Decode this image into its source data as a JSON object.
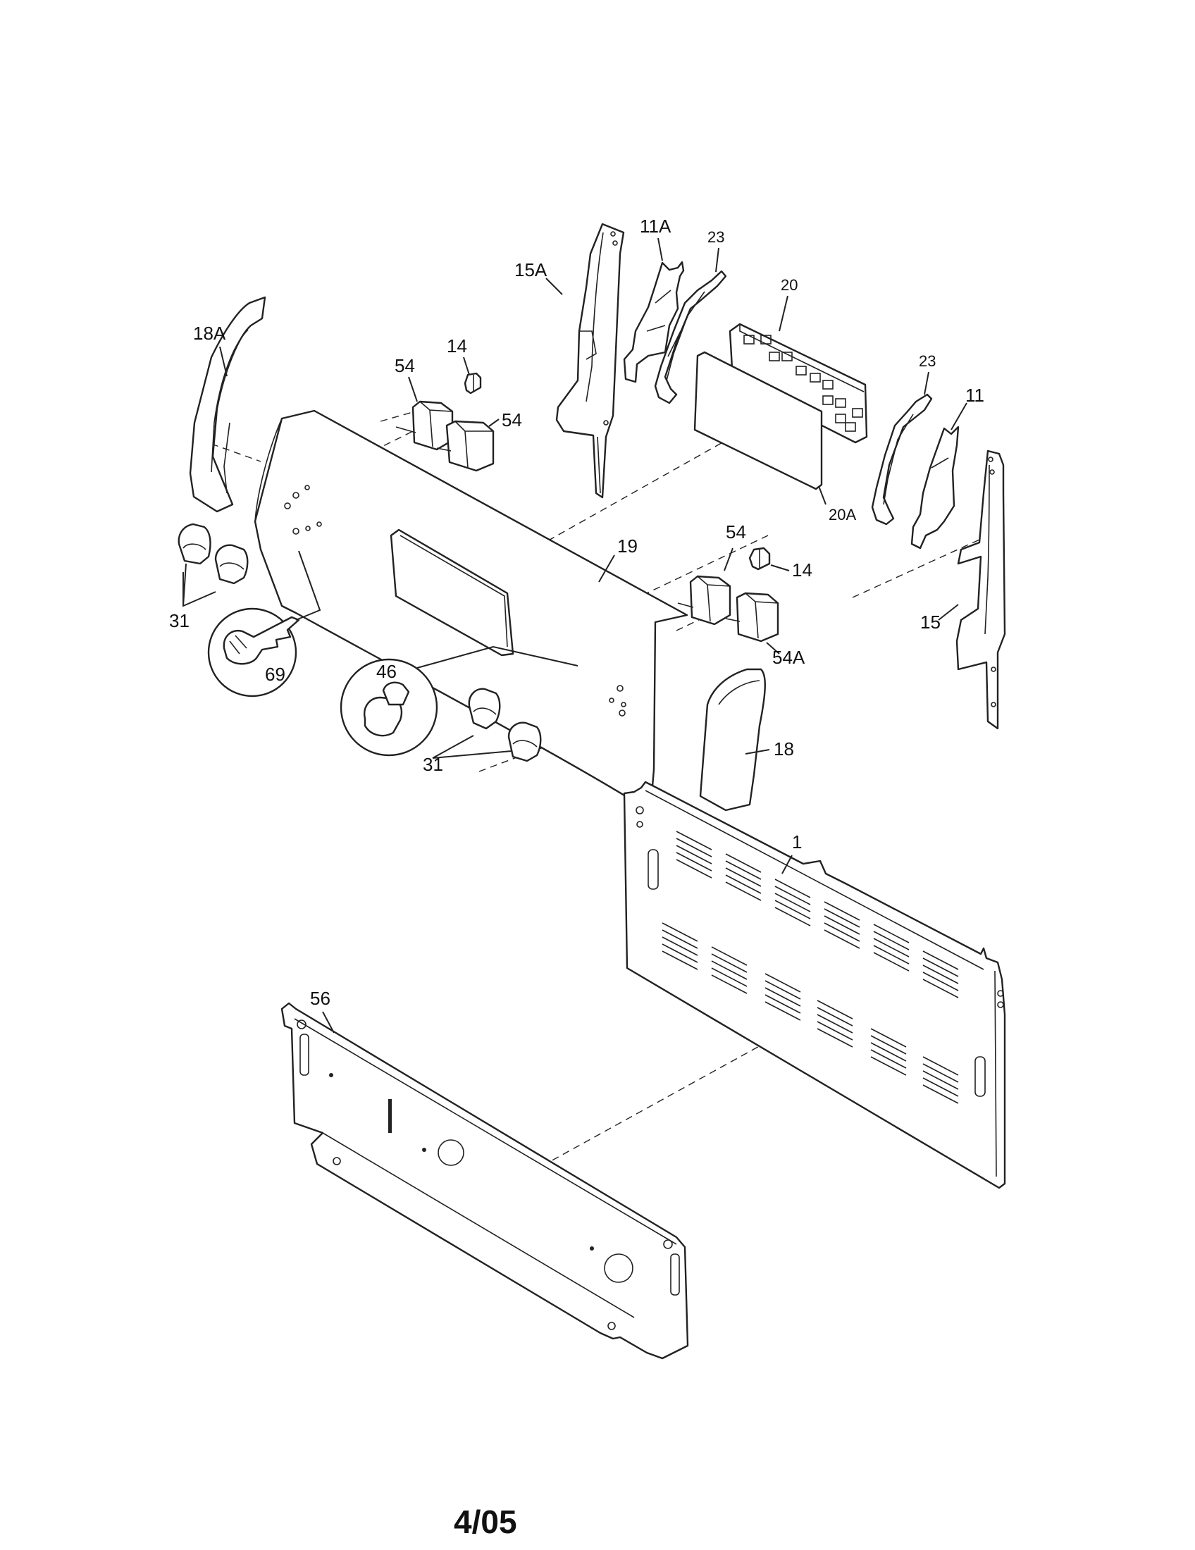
{
  "diagram": {
    "callouts": {
      "c_18A": "18A",
      "c_15A": "15A",
      "c_11A": "11A",
      "c_23a": "23",
      "c_20": "20",
      "c_23b": "23",
      "c_11": "11",
      "c_54a": "54",
      "c_14a": "14",
      "c_54b": "54",
      "c_20A": "20A",
      "c_19": "19",
      "c_54c": "54",
      "c_14b": "14",
      "c_15": "15",
      "c_54A": "54A",
      "c_31a": "31",
      "c_69": "69",
      "c_46": "46",
      "c_18": "18",
      "c_31b": "31",
      "c_1": "1",
      "c_56": "56"
    },
    "footer": "4/05"
  }
}
